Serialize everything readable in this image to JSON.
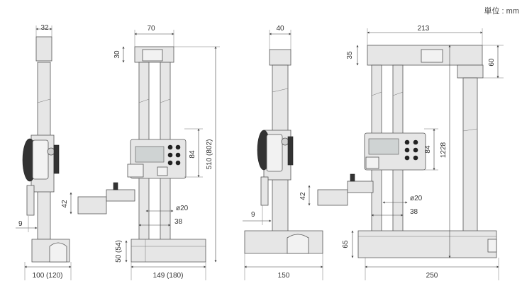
{
  "unit_label": "単位 : mm",
  "view1": {
    "top_width": "32",
    "stem_offset": "9",
    "base_width": "100 (120)"
  },
  "view2": {
    "top_width": "70",
    "head_height": "30",
    "total_height": "510 (802)",
    "display_height": "84",
    "scriber_height": "42",
    "scriber_dia": "ø20",
    "column_gap": "38",
    "base_height": "50 (54)",
    "base_width": "149 (180)"
  },
  "view3": {
    "top_width": "40",
    "stem_offset": "9",
    "base_width": "150"
  },
  "view4": {
    "top_width": "213",
    "head_height": "35",
    "side_height": "60",
    "display_height": "84",
    "total_height": "1228",
    "scriber_height": "42",
    "scriber_dia": "ø20",
    "column_gap": "38",
    "base_height": "65",
    "base_width": "250"
  }
}
